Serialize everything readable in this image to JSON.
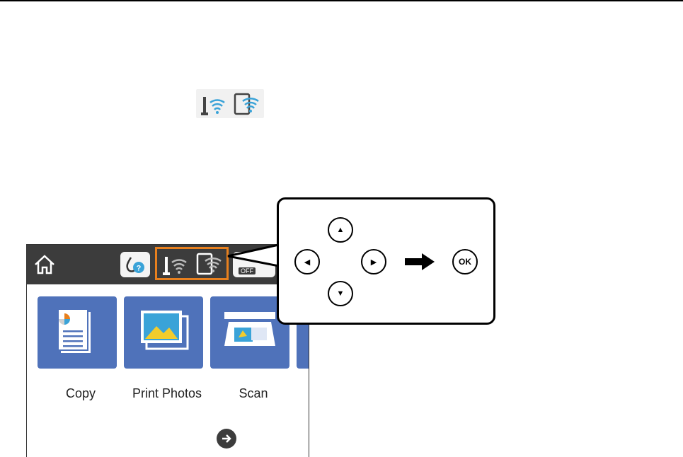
{
  "status_strip": {
    "icons": [
      "wifi-router-icon",
      "wifi-direct-device-icon"
    ]
  },
  "panel": {
    "header": {
      "home_icon": "home-icon",
      "ink_icon": "ink-drop-help-icon",
      "wifi_icons": [
        "wifi-router-icon",
        "wifi-direct-device-icon"
      ],
      "off_label": "OFF"
    },
    "tiles": [
      {
        "label": "Copy",
        "icon": "copy-document-icon"
      },
      {
        "label": "Print Photos",
        "icon": "photo-icon"
      },
      {
        "label": "Scan",
        "icon": "scanner-icon"
      }
    ],
    "next_icon": "arrow-right-circle-icon"
  },
  "callout": {
    "up_glyph": "▲",
    "down_glyph": "▼",
    "left_glyph": "◀",
    "right_glyph": "▶",
    "ok_label": "OK",
    "arrow_icon": "right-arrow-icon"
  },
  "colors": {
    "tile": "#4f72ba",
    "header": "#3c3c3c",
    "highlight": "#e8801e",
    "wifi": "#3aa3d8"
  }
}
